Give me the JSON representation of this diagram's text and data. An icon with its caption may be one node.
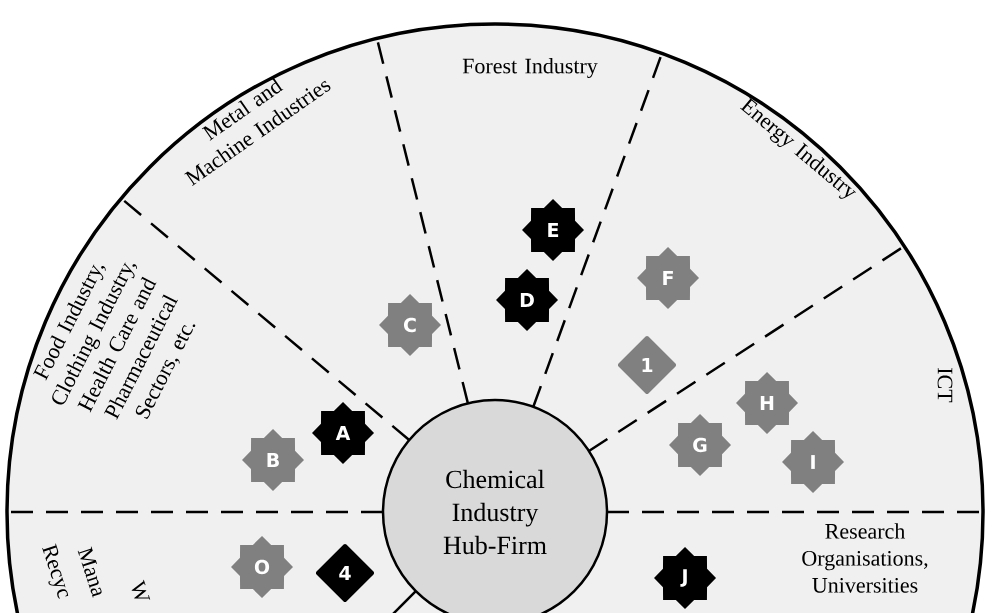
{
  "diagram": {
    "nodes": [
      {
        "text": [
          "Food Industry, Clothing Industry, Health Care and Pharmaceutical Sectors, etc."
        ]
      },
      {
        "text": [
          "Metal and Machine Industries"
        ]
      },
      {
        "text": [
          "Forest Industry"
        ]
      },
      {
        "text": [
          "Energy Industry"
        ]
      },
      {
        "text": [
          "ICT"
        ]
      },
      {
        "text": [
          "Research Organisations, Universities"
        ]
      },
      {
        "text": [
          "W",
          "Mana",
          "Recyc"
        ]
      },
      {
        "text": [
          "Chemical Industry Hub-Firm"
        ]
      },
      {
        "text": [
          "A"
        ]
      },
      {
        "text": [
          "B"
        ]
      },
      {
        "text": [
          "C"
        ]
      },
      {
        "text": [
          "D"
        ]
      },
      {
        "text": [
          "E"
        ]
      },
      {
        "text": [
          "F"
        ]
      },
      {
        "text": [
          "1"
        ]
      },
      {
        "text": [
          "G"
        ]
      },
      {
        "text": [
          "H"
        ]
      },
      {
        "text": [
          "I"
        ]
      },
      {
        "text": [
          "O"
        ]
      },
      {
        "text": [
          "4"
        ]
      },
      {
        "text": [
          "J"
        ]
      }
    ]
  }
}
